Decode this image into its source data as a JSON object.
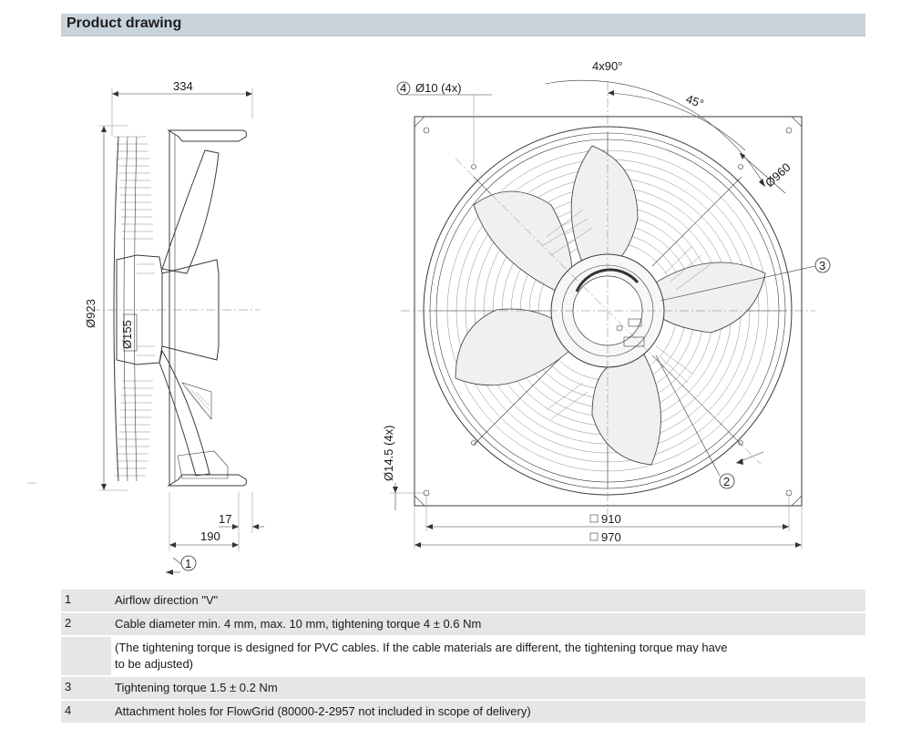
{
  "header": {
    "title": "Product drawing"
  },
  "side_view": {
    "dim_width": "334",
    "dim_diameter": "Ø923",
    "dim_hub": "Ø155",
    "dim_17": "17",
    "dim_190": "190",
    "callout_1": "1"
  },
  "front_view": {
    "dim_angle_total": "4x90°",
    "dim_angle": "45°",
    "dim_holes": "Ø10 (4x)",
    "callout_4": "4",
    "dim_960": "Ø960",
    "callout_3": "3",
    "callout_2": "2",
    "dim_slots": "Ø14.5 (4x)",
    "dim_910": "910",
    "dim_970": "970"
  },
  "legend": [
    {
      "num": "1",
      "text": "Airflow direction \"V\""
    },
    {
      "num": "2",
      "text": "Cable diameter min. 4 mm, max. 10 mm, tightening torque 4 ± 0.6 Nm"
    },
    {
      "num": "",
      "text": "(The tightening torque is designed for PVC cables. If the cable materials are different, the tightening torque may have to be adjusted)"
    },
    {
      "num": "3",
      "text": "Tightening torque 1.5 ± 0.2 Nm"
    },
    {
      "num": "4",
      "text": "Attachment holes for FlowGrid (80000-2-2957 not included in scope of delivery)"
    }
  ]
}
